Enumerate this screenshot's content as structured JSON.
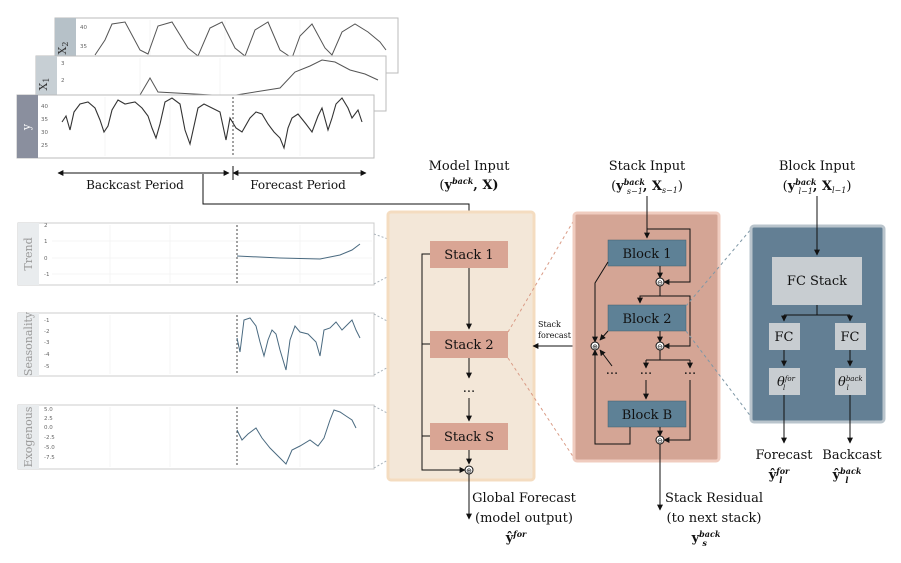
{
  "labels": {
    "backcast_period": "Backcast Period",
    "forecast_period": "Forecast Period",
    "model_input_title": "Model Input",
    "model_input_math_open": "(",
    "model_input_y": "y",
    "model_input_sup": "back",
    "model_input_rest": ", X)",
    "stack_input_title": "Stack Input",
    "stack_input_y": "y",
    "stack_input_sup": "back",
    "stack_input_sub": "s−1",
    "stack_input_x": ", X",
    "stack_input_x_sub": "s−1",
    "block_input_title": "Block Input",
    "block_input_y": "y",
    "block_input_sup": "back",
    "block_input_sub": "l−1",
    "block_input_x": ", X",
    "block_input_x_sub": "l−1",
    "stack_forecast_line1": "Stack",
    "stack_forecast_line2": "forecast",
    "global_forecast_line1": "Global Forecast",
    "global_forecast_line2": "(model output)",
    "global_forecast_symbol": "ŷ",
    "global_forecast_sup": "for",
    "stack_residual_line1": "Stack Residual",
    "stack_residual_line2": "(to next stack)",
    "stack_residual_symbol": "y",
    "stack_residual_sup": "back",
    "stack_residual_sub": "s",
    "forecast_label": "Forecast",
    "forecast_symbol": "ŷ",
    "forecast_sup": "for",
    "forecast_sub": "l",
    "backcast_label": "Backcast",
    "backcast_symbol": "ŷ",
    "backcast_sup": "back",
    "backcast_sub": "l",
    "ellipsis": "...",
    "plus_symbol": "⊕",
    "minus_symbol": "⊖"
  },
  "input_series": [
    {
      "label": "y",
      "ticks": [
        "40",
        "35",
        "30",
        "25"
      ]
    },
    {
      "label": "X",
      "sub": "1",
      "ticks": [
        "3",
        "2"
      ]
    },
    {
      "label": "X",
      "sub": "2",
      "ticks": [
        "40",
        "35"
      ]
    }
  ],
  "decomposition_panels": [
    {
      "label": "Trend",
      "ticks": [
        "2",
        "1",
        "0",
        "-1"
      ]
    },
    {
      "label": "Seasonality",
      "ticks": [
        "-1",
        "-2",
        "-3",
        "-4",
        "-5"
      ]
    },
    {
      "label": "Exogenous",
      "ticks": [
        "5.0",
        "2.5",
        "0.0",
        "-2.5",
        "-5.0",
        "-7.5"
      ]
    }
  ],
  "model": {
    "stacks": [
      "Stack 1",
      "Stack 2",
      "Stack S"
    ]
  },
  "stack_detail": {
    "blocks": [
      "Block 1",
      "Block 2",
      "Block B"
    ]
  },
  "block_detail": {
    "fc_stack": "FC Stack",
    "fc_left": "FC",
    "fc_right": "FC",
    "theta": "θ",
    "theta_left_sup": "for",
    "theta_right_sup": "back",
    "theta_sub": "l"
  },
  "colors": {
    "stack_box": "#d9a594",
    "model_panel_bg": "#f3e7d8",
    "model_panel_border": "#f4dcc0",
    "stack_panel_bg": "#d4a595",
    "block_box": "#5e8196",
    "block_panel_bg": "#637f94",
    "block_panel_light": "#c8cdd1",
    "label_strip_dark": "#8a8f9e",
    "label_strip_light": "#e9ecee"
  }
}
